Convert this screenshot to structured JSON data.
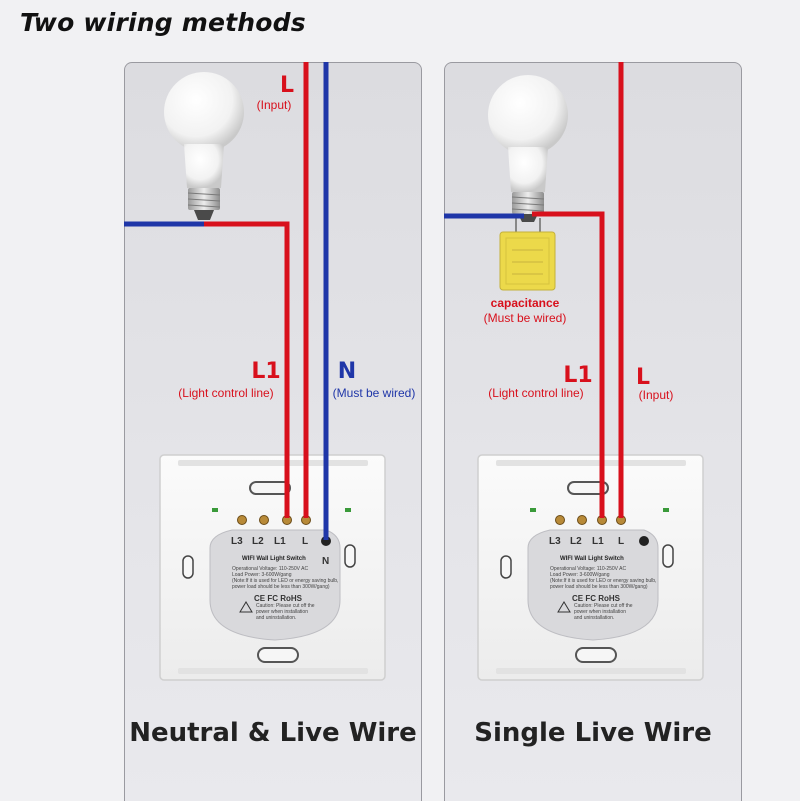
{
  "title": "Two wiring methods",
  "colors": {
    "live": "#d8101c",
    "neutral": "#1f36a8",
    "capacitor": "#ecd94a"
  },
  "left_panel": {
    "caption": "Neutral & Live Wire",
    "l_label": "L",
    "l_sub": "(Input)",
    "l1_label": "L1",
    "l1_sub": "(Light control line)",
    "n_label": "N",
    "n_sub": "(Must be wired)"
  },
  "right_panel": {
    "caption": "Single Live Wire",
    "cap_label": "capacitance",
    "cap_sub": "(Must be wired)",
    "l1_label": "L1",
    "l1_sub": "(Light control line)",
    "l_label": "L",
    "l_sub": "(Input)"
  },
  "switch": {
    "terminals": [
      "L3",
      "L2",
      "L1",
      "L"
    ],
    "n_terminal": "N",
    "name": "WIFI Wall Light Switch",
    "spec_lines": [
      "Operational Voltage: 110-250V AC",
      "Load Power: 3-600W/gang",
      "(Note:If it is used for LED or energy saving bulb,",
      "power load should be less than 300W/gang)"
    ],
    "marks": "CE FC RoHS",
    "caution": "Caution: Please cut off the power when installation and uninstallation."
  }
}
